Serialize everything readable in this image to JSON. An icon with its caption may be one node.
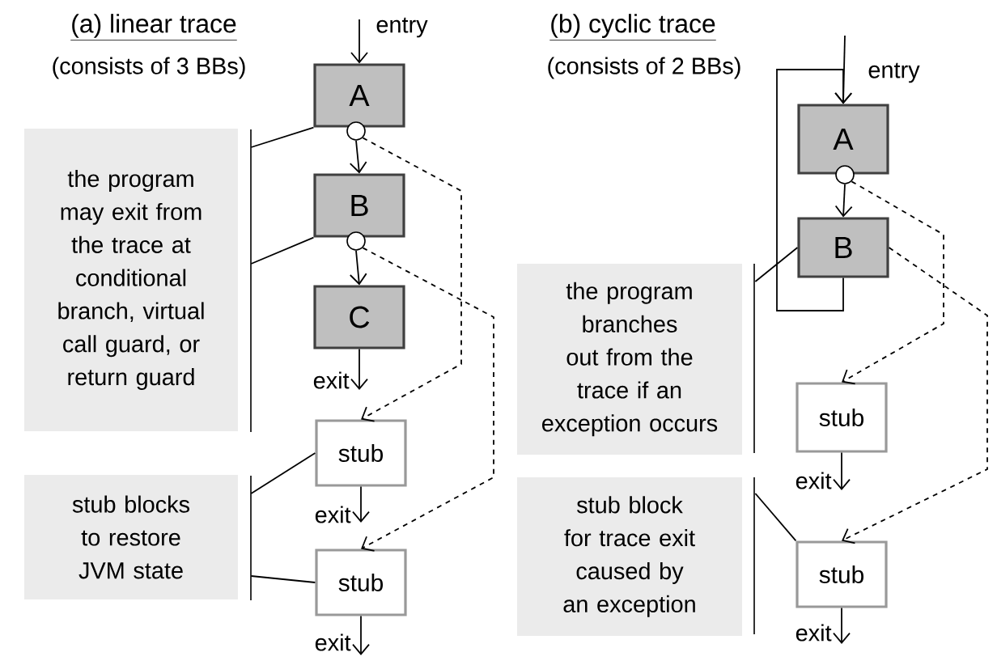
{
  "diagram": {
    "nodes": [
      {
        "text": [
          "A"
        ]
      },
      {
        "text": [],
        "shape": "circle"
      },
      {
        "text": [
          "B"
        ]
      },
      {
        "text": [],
        "shape": "circle"
      },
      {
        "text": [
          "C"
        ]
      },
      {
        "text": [
          "stub"
        ]
      },
      {
        "text": [
          "stub"
        ]
      },
      {
        "text": [
          "the program may exit from the trace at conditional branch, virtual call guard, or return guard"
        ]
      },
      {
        "text": [
          "stub blocks to restore JVM state"
        ]
      },
      {
        "text": [
          "A"
        ]
      },
      {
        "text": [],
        "shape": "circle"
      },
      {
        "text": [
          "B"
        ]
      },
      {
        "text": [
          "stub"
        ]
      },
      {
        "text": [
          "stub"
        ]
      },
      {
        "text": [
          "the program branches out from the trace if an exception occurs"
        ]
      },
      {
        "text": [
          "stub block for trace exit caused by an exception"
        ]
      }
    ],
    "edges": [
      {
        "from": null,
        "to": 0,
        "arrow": "to",
        "label": "entry"
      },
      {
        "from": 1,
        "to": 2,
        "arrow": "to"
      },
      {
        "from": 3,
        "to": 4,
        "arrow": "to"
      },
      {
        "from": 4,
        "to": null,
        "arrow": "to",
        "label": "exit"
      },
      {
        "from": 5,
        "to": null,
        "arrow": "to",
        "label": "exit"
      },
      {
        "from": 6,
        "to": null,
        "arrow": "to",
        "label": "exit"
      },
      {
        "from": 1,
        "to": 5,
        "arrow": "to",
        "style": "dashed"
      },
      {
        "from": 3,
        "to": 6,
        "arrow": "to",
        "style": "dashed"
      },
      {
        "from": 7,
        "to": 0,
        "arrow": "none"
      },
      {
        "from": 7,
        "to": 2,
        "arrow": "none"
      },
      {
        "from": 8,
        "to": 5,
        "arrow": "none"
      },
      {
        "from": 8,
        "to": 6,
        "arrow": "none"
      },
      {
        "from": null,
        "to": 9,
        "arrow": "to",
        "label": "entry"
      },
      {
        "from": 10,
        "to": 11,
        "arrow": "to"
      },
      {
        "from": 11,
        "to": 9,
        "arrow": "to"
      },
      {
        "from": 10,
        "to": 12,
        "arrow": "to",
        "style": "dashed"
      },
      {
        "from": 11,
        "to": 13,
        "arrow": "to",
        "style": "dashed"
      },
      {
        "from": 12,
        "to": null,
        "arrow": "to",
        "label": "exit"
      },
      {
        "from": 13,
        "to": null,
        "arrow": "to",
        "label": "exit"
      },
      {
        "from": 14,
        "to": 11,
        "arrow": "none"
      },
      {
        "from": 15,
        "to": 13,
        "arrow": "none"
      }
    ],
    "labels": [
      "(a) linear trace",
      "(consists of 3 BBs)",
      "(b) cyclic trace",
      "(consists of 2 BBs)"
    ]
  }
}
